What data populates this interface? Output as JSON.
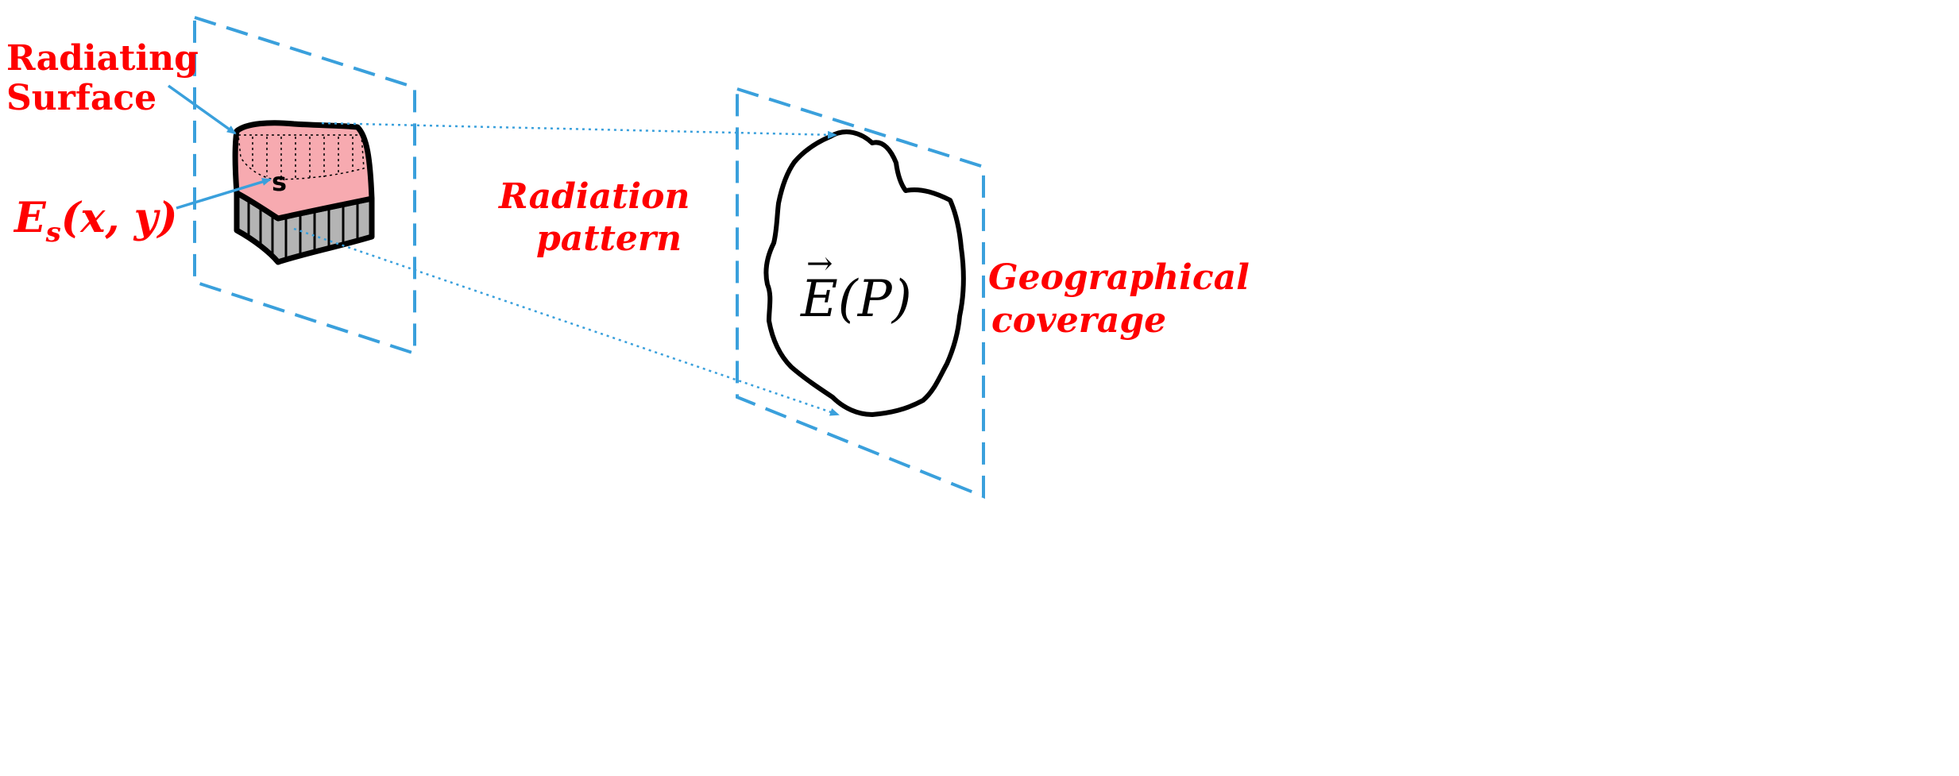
{
  "labels": {
    "radiating_surface_line1": "Radiating",
    "radiating_surface_line2": "Surface",
    "source_field": "E",
    "source_field_sub": "s",
    "source_field_args": "(x, y)",
    "surface_symbol": "s",
    "radiation_pattern_line1": "Radiation",
    "radiation_pattern_line2": "pattern",
    "coverage_field": "E(P)",
    "coverage_arrow": "→",
    "geographical_coverage_line1": "Geographical",
    "geographical_coverage_line2": "coverage"
  },
  "colors": {
    "label_red": "#ff0000",
    "frame_blue": "#3aa0dc",
    "surface_pink": "#f7aab0",
    "side_gray": "#b4b4b4",
    "outline_black": "#000000"
  }
}
